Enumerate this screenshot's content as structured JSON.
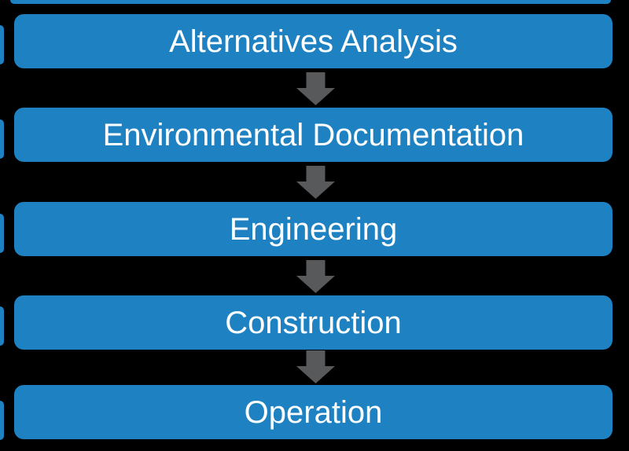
{
  "diagram": {
    "type": "vertical-process-flowchart",
    "steps": [
      {
        "label": "Alternatives Analysis"
      },
      {
        "label": "Environmental Documentation"
      },
      {
        "label": "Engineering"
      },
      {
        "label": "Construction"
      },
      {
        "label": "Operation"
      }
    ],
    "connector_icon": "down-block-arrow",
    "colors": {
      "background": "#000000",
      "box_fill": "#1E81C2",
      "box_text": "#FFFFFF",
      "arrow_fill": "#58595B"
    }
  }
}
